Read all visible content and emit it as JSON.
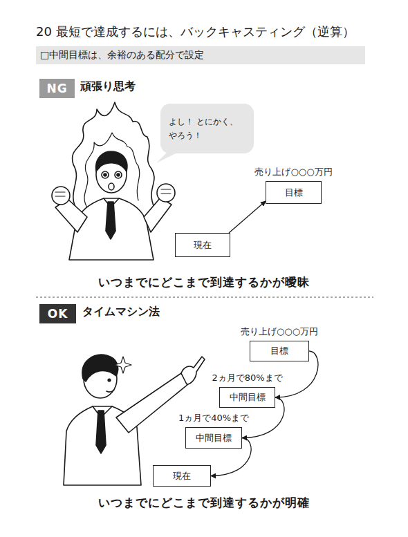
{
  "diagram": {
    "title": "20 最短で達成するには、バックキャスティング（逆算）",
    "nodes": [
      {
        "text": [
          "□中間目標は、余裕のある配分で設定"
        ]
      },
      {
        "text": [
          "NG"
        ]
      },
      {
        "text": [
          "よし！ とにかく、やろう！"
        ]
      },
      {
        "text": [
          "売り上げ○○○万円",
          "目標"
        ]
      },
      {
        "text": [
          "現在"
        ]
      },
      {
        "text": [
          "OK"
        ]
      },
      {
        "text": [
          "売り上げ○○○万円",
          "目標"
        ]
      },
      {
        "text": [
          "2ヵ月で80%まで",
          "中間目標"
        ]
      },
      {
        "text": [
          "1ヵ月で40%まで",
          "中間目標"
        ]
      },
      {
        "text": [
          "現在"
        ]
      }
    ],
    "edges": [
      {
        "from": 4,
        "to": 3,
        "arrow": "to"
      },
      {
        "from": 6,
        "to": 7,
        "arrow": "to"
      },
      {
        "from": 7,
        "to": 8,
        "arrow": "to"
      },
      {
        "from": 8,
        "to": 9,
        "arrow": "to"
      }
    ],
    "labels": [
      "頑張り思考",
      "いつまでにどこまで到達するかが曖昧",
      "タイムマシン法",
      "いつまでにどこまで到達するかが明確"
    ]
  }
}
